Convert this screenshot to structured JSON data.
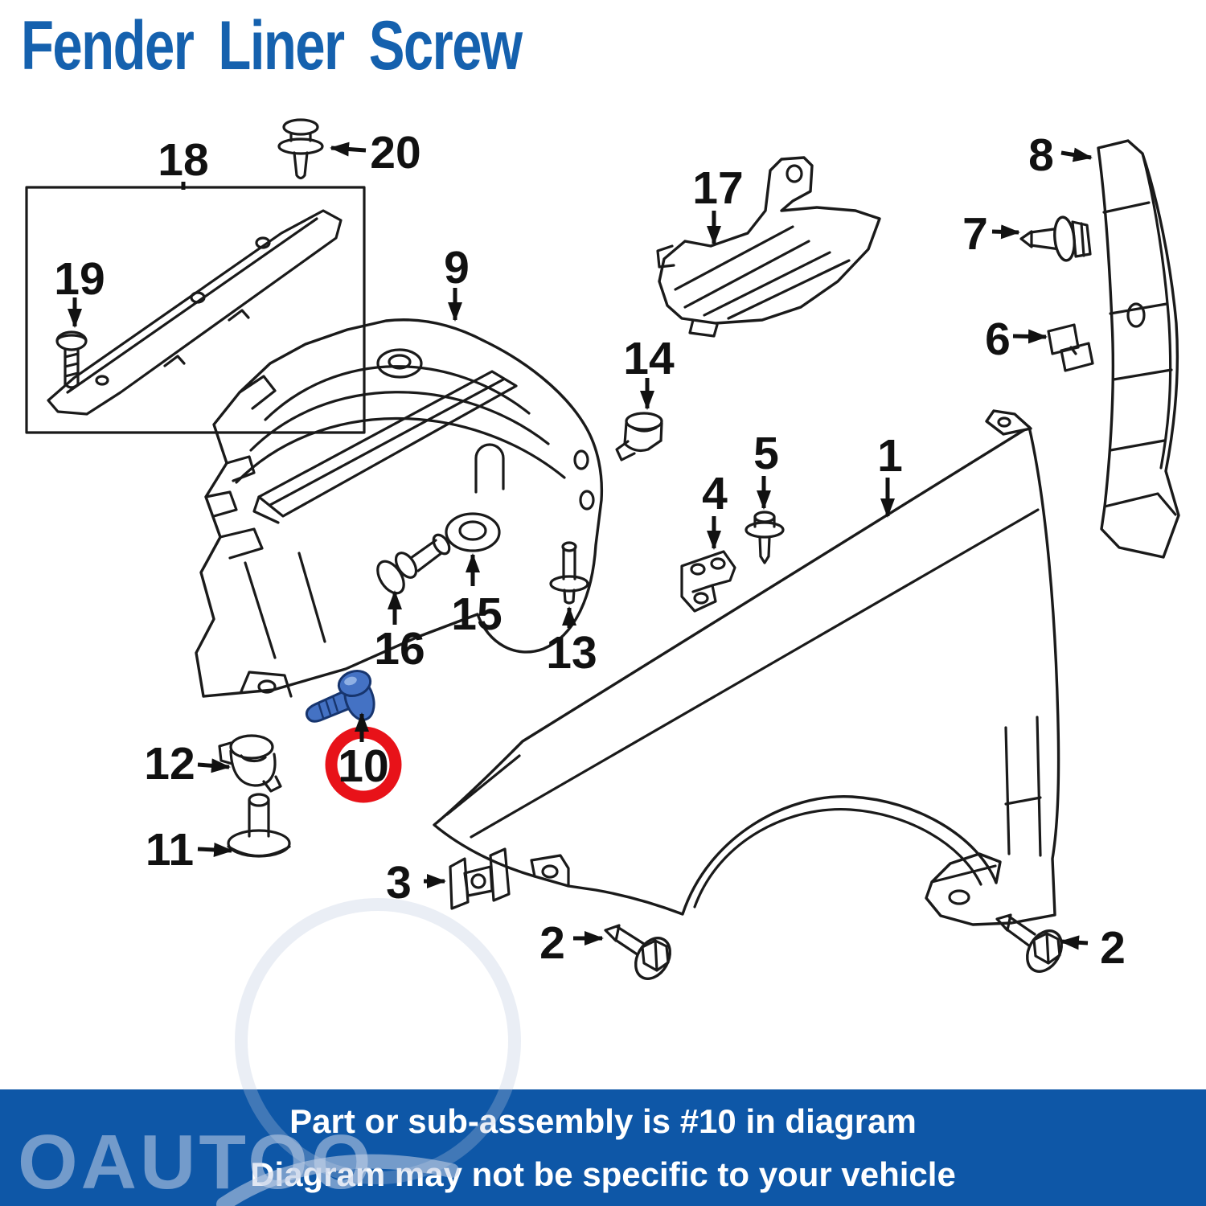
{
  "title": {
    "text": "Fender Liner Screw",
    "color": "#1561ae"
  },
  "watermark": {
    "text": "OAUTOO"
  },
  "banner": {
    "bg_color": "#0e57a7",
    "text_color": "#ffffff",
    "line1": "Part or sub-assembly is #10 in diagram",
    "line2": "Diagram may not be specific to your vehicle"
  },
  "diagram": {
    "type": "exploded-parts-diagram",
    "subject": "Front fender, fender liner and fasteners",
    "highlight": {
      "part_number": "10",
      "circle_color": "#e81219",
      "screw_fill": "#4472c4",
      "screw_outline": "#17356e",
      "screw_highlight": "#8fb0e4"
    },
    "line_color": "#1a1a1a",
    "labels": {
      "l1": "1",
      "l2a": "2",
      "l2b": "2",
      "l3": "3",
      "l4": "4",
      "l5": "5",
      "l6": "6",
      "l7": "7",
      "l8": "8",
      "l9": "9",
      "l10": "10",
      "l11": "11",
      "l12": "12",
      "l13": "13",
      "l14": "14",
      "l15": "15",
      "l16": "16",
      "l17": "17",
      "l18": "18",
      "l19": "19",
      "l20": "20"
    }
  }
}
